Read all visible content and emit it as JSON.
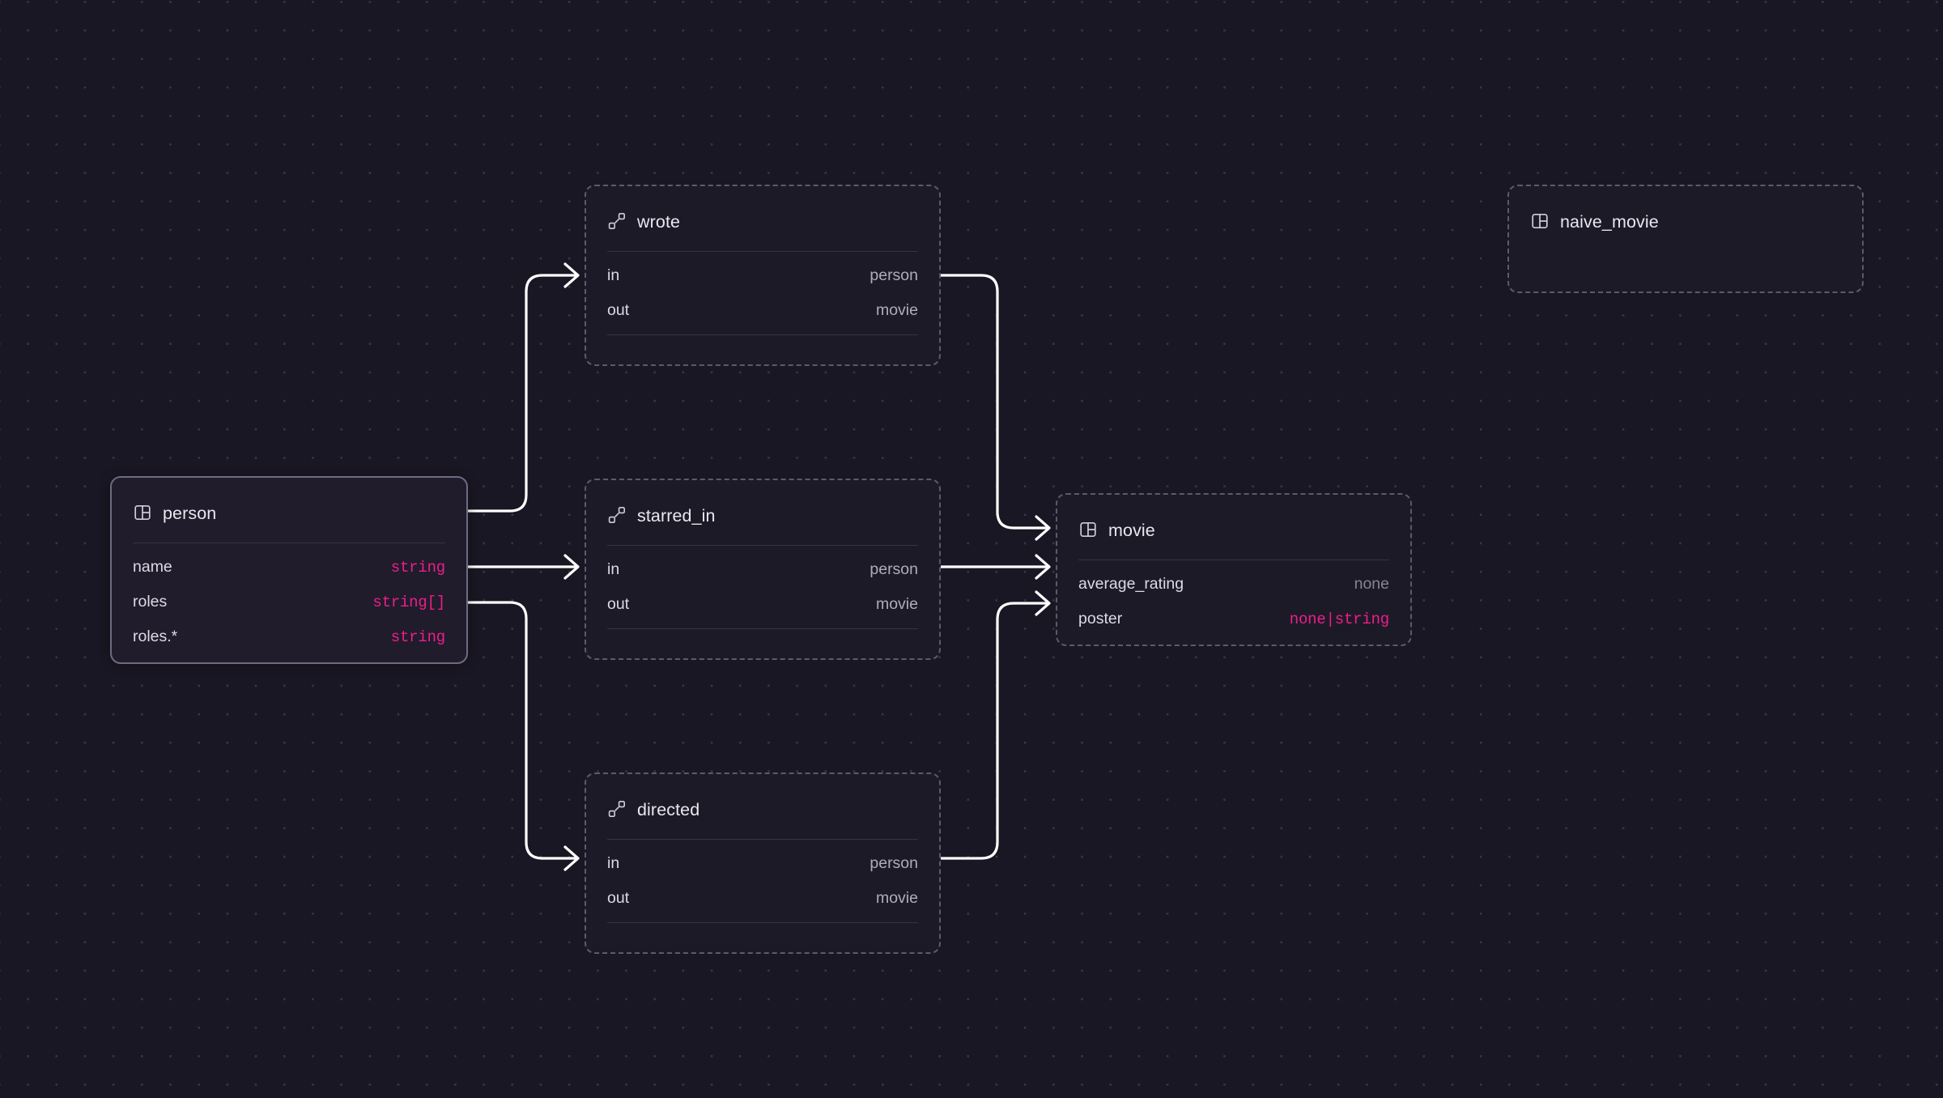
{
  "canvas": {
    "background_color": "#1a1724",
    "dot_color": "#3a3548",
    "edge_color": "#ffffff",
    "accent_color": "#ec1e8a",
    "muted_color": "#86848f"
  },
  "nodes": [
    {
      "id": "person",
      "kind": "table",
      "title": "person",
      "icon": "table-icon",
      "selected": true,
      "fields": [
        {
          "name": "name",
          "type": "string",
          "style": "mono"
        },
        {
          "name": "roles",
          "type": "string[]",
          "style": "mono"
        },
        {
          "name": "roles.*",
          "type": "string",
          "style": "mono"
        }
      ]
    },
    {
      "id": "wrote",
      "kind": "relation",
      "title": "wrote",
      "icon": "relation-icon",
      "selected": false,
      "fields": [
        {
          "name": "in",
          "type": "person",
          "style": "plain"
        },
        {
          "name": "out",
          "type": "movie",
          "style": "plain"
        }
      ]
    },
    {
      "id": "starred_in",
      "kind": "relation",
      "title": "starred_in",
      "icon": "relation-icon",
      "selected": false,
      "fields": [
        {
          "name": "in",
          "type": "person",
          "style": "plain"
        },
        {
          "name": "out",
          "type": "movie",
          "style": "plain"
        }
      ]
    },
    {
      "id": "directed",
      "kind": "relation",
      "title": "directed",
      "icon": "relation-icon",
      "selected": false,
      "fields": [
        {
          "name": "in",
          "type": "person",
          "style": "plain"
        },
        {
          "name": "out",
          "type": "movie",
          "style": "plain"
        }
      ]
    },
    {
      "id": "movie",
      "kind": "table",
      "title": "movie",
      "icon": "table-icon",
      "selected": false,
      "fields": [
        {
          "name": "average_rating",
          "type": "none",
          "style": "muted"
        },
        {
          "name": "poster",
          "type": "none|string",
          "style": "mono"
        }
      ]
    },
    {
      "id": "naive_movie",
      "kind": "table",
      "title": "naive_movie",
      "icon": "table-icon",
      "selected": false,
      "fields": []
    }
  ],
  "edges": [
    {
      "from": "person",
      "to": "wrote",
      "label": ""
    },
    {
      "from": "person",
      "to": "starred_in",
      "label": ""
    },
    {
      "from": "person",
      "to": "directed",
      "label": ""
    },
    {
      "from": "wrote",
      "to": "movie",
      "label": ""
    },
    {
      "from": "starred_in",
      "to": "movie",
      "label": ""
    },
    {
      "from": "directed",
      "to": "movie",
      "label": ""
    }
  ]
}
